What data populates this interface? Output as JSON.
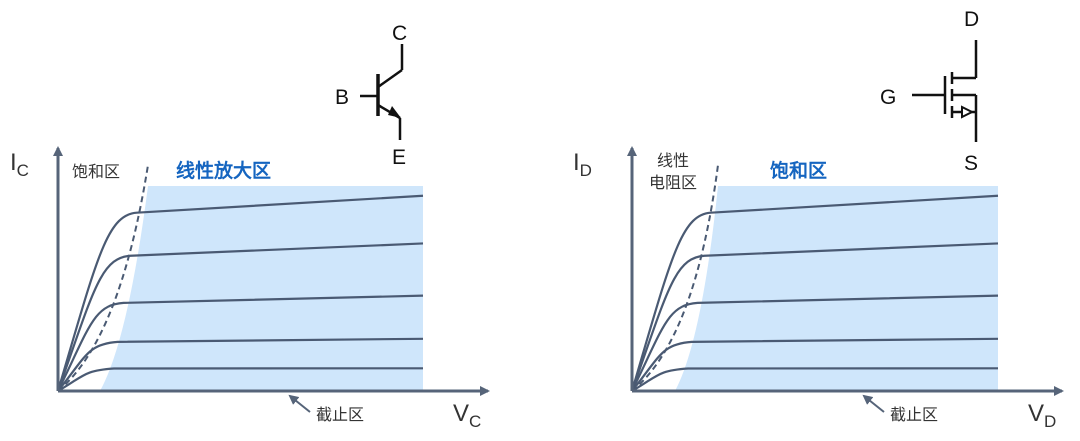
{
  "bjt": {
    "y_axis": {
      "main": "I",
      "sub": "C"
    },
    "x_axis": {
      "main": "V",
      "sub": "C"
    },
    "saturation_region": "饱和区",
    "active_region": "线性放大区",
    "cutoff_region": "截止区",
    "terminals": {
      "collector": "C",
      "base": "B",
      "emitter": "E"
    }
  },
  "mosfet": {
    "y_axis": {
      "main": "I",
      "sub": "D"
    },
    "x_axis": {
      "main": "V",
      "sub": "D"
    },
    "linear_region_line1": "线性",
    "linear_region_line2": "电阻区",
    "saturation_region": "饱和区",
    "cutoff_region": "截止区",
    "terminals": {
      "drain": "D",
      "gate": "G",
      "source": "S"
    }
  },
  "colors": {
    "axis": "#566479",
    "curve": "#4a5a73",
    "region_fill": "#cfe6fb",
    "highlight_text": "#1565c0",
    "label_text": "#333333"
  },
  "curve_levels": [
    0.0,
    0.1,
    0.23,
    0.42,
    0.65,
    0.86
  ]
}
